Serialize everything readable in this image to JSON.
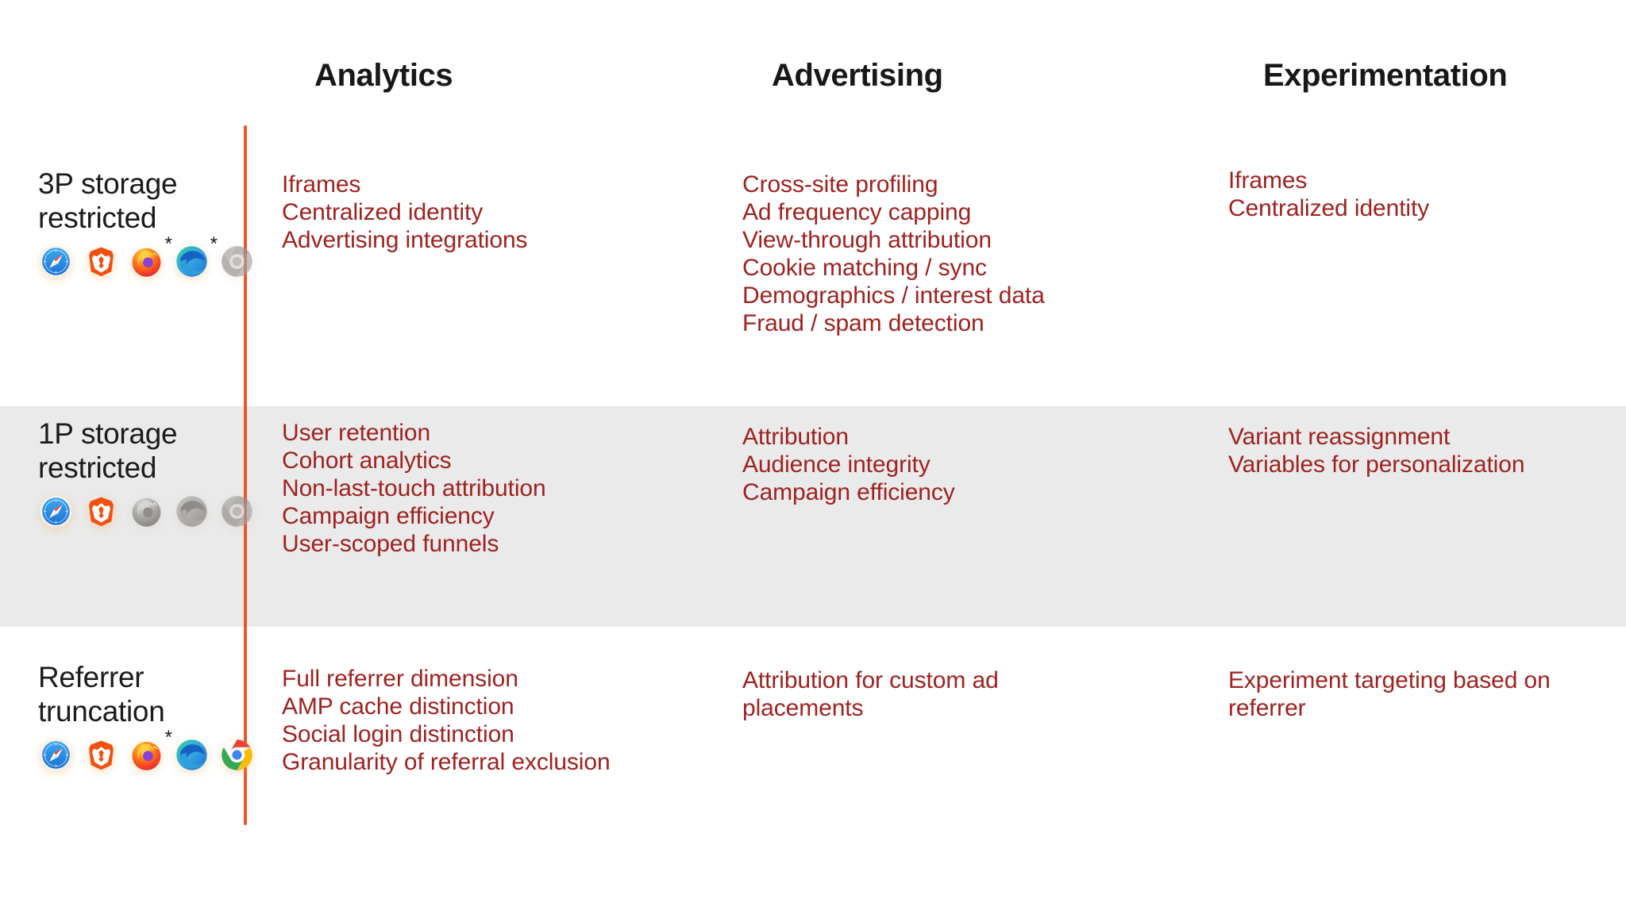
{
  "accent_colors": {
    "divider_orange": "#e8552f",
    "item_red": "#9e2220",
    "heading_black": "#18181a",
    "band_grey": "#eaeaea",
    "page_background": "#ffffff"
  },
  "columns": [
    {
      "id": "analytics",
      "label": "Analytics"
    },
    {
      "id": "advertising",
      "label": "Advertising"
    },
    {
      "id": "experimentation",
      "label": "Experimentation"
    }
  ],
  "rows": [
    {
      "id": "3p-storage-restricted",
      "label": "3P storage restricted",
      "shaded": false,
      "browsers": [
        {
          "name": "safari",
          "label": "Safari",
          "state": "active",
          "asterisk": false
        },
        {
          "name": "brave",
          "label": "Brave",
          "state": "active",
          "asterisk": false
        },
        {
          "name": "firefox",
          "label": "Firefox",
          "state": "active",
          "asterisk": true
        },
        {
          "name": "edge",
          "label": "Edge",
          "state": "active",
          "asterisk": true
        },
        {
          "name": "chrome",
          "label": "Chrome",
          "state": "inactive",
          "asterisk": false
        }
      ],
      "cells": {
        "analytics": [
          "Iframes",
          "Centralized identity",
          "Advertising integrations"
        ],
        "advertising": [
          "Cross-site profiling",
          "Ad frequency capping",
          "View-through attribution",
          "Cookie matching / sync",
          "Demographics / interest data",
          "Fraud / spam detection"
        ],
        "experimentation": [
          "Iframes",
          "Centralized identity"
        ]
      }
    },
    {
      "id": "1p-storage-restricted",
      "label": "1P storage restricted",
      "shaded": true,
      "browsers": [
        {
          "name": "safari",
          "label": "Safari",
          "state": "active",
          "asterisk": false
        },
        {
          "name": "brave",
          "label": "Brave",
          "state": "active",
          "asterisk": false
        },
        {
          "name": "firefox",
          "label": "Firefox",
          "state": "inactive",
          "asterisk": false
        },
        {
          "name": "edge",
          "label": "Edge",
          "state": "inactive",
          "asterisk": false
        },
        {
          "name": "chrome",
          "label": "Chrome",
          "state": "inactive",
          "asterisk": false
        }
      ],
      "cells": {
        "analytics": [
          "User retention",
          "Cohort analytics",
          "Non-last-touch attribution",
          "Campaign efficiency",
          "User-scoped funnels"
        ],
        "advertising": [
          "Attribution",
          "Audience integrity",
          "Campaign efficiency"
        ],
        "experimentation": [
          "Variant reassignment",
          "Variables for personalization"
        ]
      }
    },
    {
      "id": "referrer-truncation",
      "label": "Referrer truncation",
      "shaded": false,
      "browsers": [
        {
          "name": "safari",
          "label": "Safari",
          "state": "active",
          "asterisk": false
        },
        {
          "name": "brave",
          "label": "Brave",
          "state": "active",
          "asterisk": false
        },
        {
          "name": "firefox",
          "label": "Firefox",
          "state": "active",
          "asterisk": true
        },
        {
          "name": "edge",
          "label": "Edge",
          "state": "active",
          "asterisk": false
        },
        {
          "name": "chrome",
          "label": "Chrome",
          "state": "active",
          "asterisk": false
        }
      ],
      "cells": {
        "analytics": [
          "Full referrer dimension",
          "AMP cache distinction",
          "Social login distinction",
          "Granularity of referral exclusion"
        ],
        "advertising": [
          "Attribution for custom ad placements"
        ],
        "experimentation": [
          "Experiment targeting based on referrer"
        ]
      }
    }
  ]
}
